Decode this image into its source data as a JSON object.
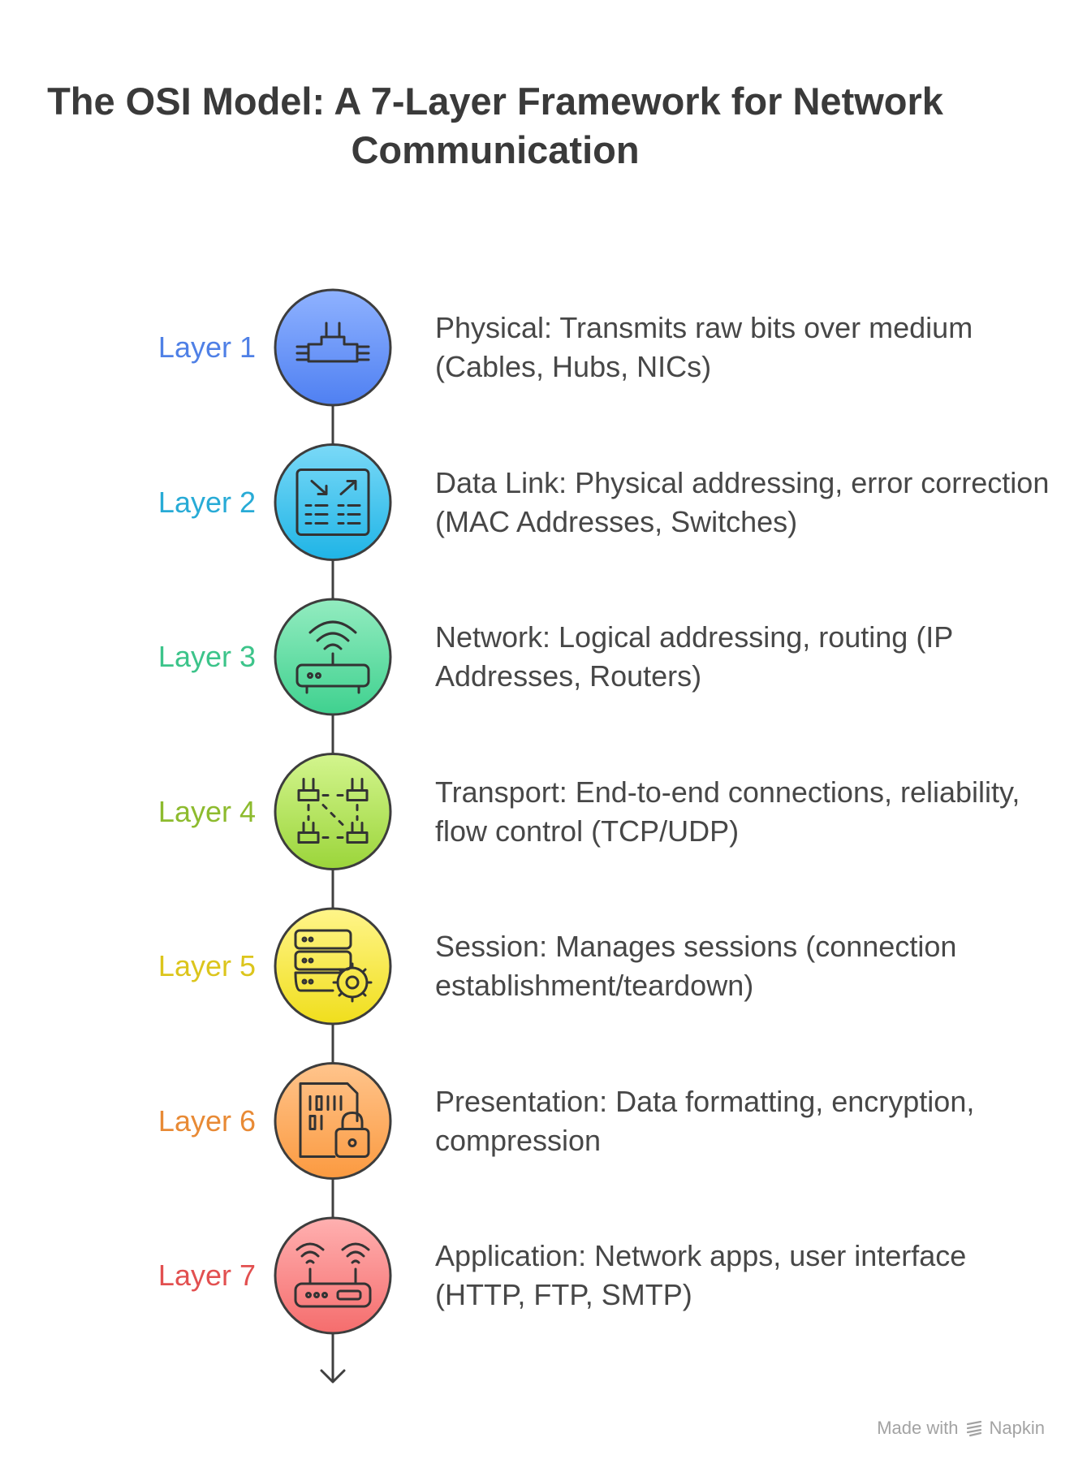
{
  "title": "The OSI Model: A 7-Layer Framework for Network Communication",
  "layers": [
    {
      "label": "Layer 1",
      "description": "Physical: Transmits raw bits over medium (Cables, Hubs, NICs)",
      "color": "#4f80e6",
      "fill_top": "#8fb2ff",
      "fill_bottom": "#4f80f2",
      "icon": "ethernet-connector-icon"
    },
    {
      "label": "Layer 2",
      "description": "Data Link: Physical addressing, error correction (MAC Addresses, Switches)",
      "color": "#28abd6",
      "fill_top": "#7ad9f7",
      "fill_bottom": "#1fb4e6",
      "icon": "network-switch-icon"
    },
    {
      "label": "Layer 3",
      "description": "Network: Logical addressing, routing (IP Addresses, Routers)",
      "color": "#3cc48a",
      "fill_top": "#93ecc0",
      "fill_bottom": "#3fd18f",
      "icon": "wifi-router-icon"
    },
    {
      "label": "Layer 4",
      "description": "Transport: End-to-end connections, reliability, flow control (TCP/UDP)",
      "color": "#8dbb2e",
      "fill_top": "#d3f58e",
      "fill_bottom": "#9bd53a",
      "icon": "network-nodes-icon"
    },
    {
      "label": "Layer 5",
      "description": "Session: Manages sessions (connection establishment/teardown)",
      "color": "#dcc51c",
      "fill_top": "#fff58a",
      "fill_bottom": "#f0de1c",
      "icon": "server-gear-icon"
    },
    {
      "label": "Layer 6",
      "description": "Presentation: Data formatting, encryption, compression",
      "color": "#e88a35",
      "fill_top": "#ffc48c",
      "fill_bottom": "#fb9a40",
      "icon": "encrypted-file-icon"
    },
    {
      "label": "Layer 7",
      "description": "Application: Network apps, user interface (HTTP, FTP, SMTP)",
      "color": "#e25050",
      "fill_top": "#ffb0b0",
      "fill_bottom": "#f56d6d",
      "icon": "dual-wifi-router-icon"
    }
  ],
  "footer": {
    "made_with": "Made with",
    "brand": "Napkin"
  }
}
